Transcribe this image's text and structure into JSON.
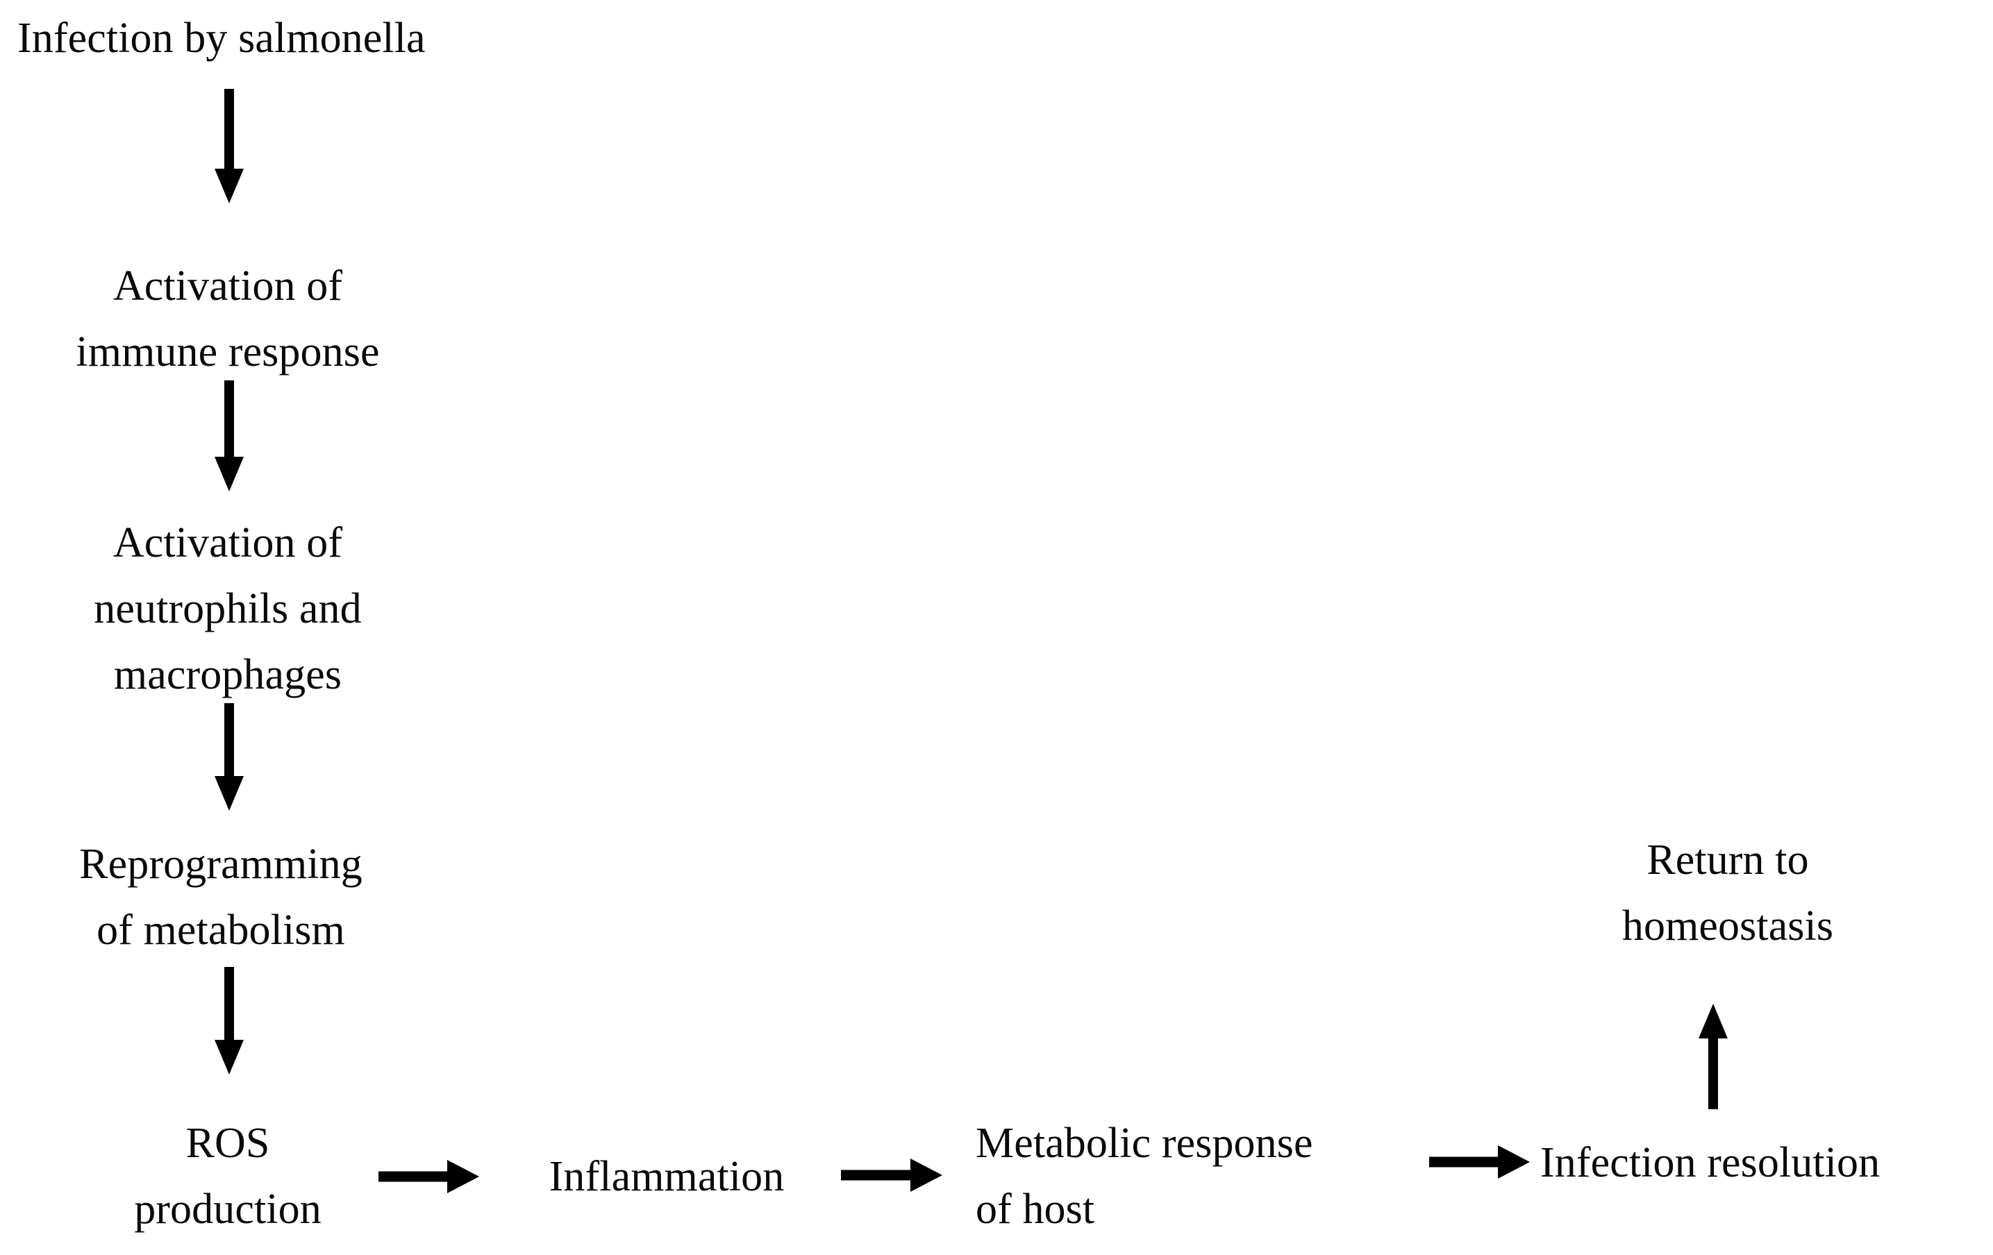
{
  "diagram": {
    "type": "flowchart",
    "title": "",
    "orientation": "vertical-then-horizontal",
    "background_color": "#ffffff",
    "text_color": "#000000",
    "arrow_color": "#000000",
    "nodes": [
      {
        "id": "n1",
        "label": "Infection by salmonella"
      },
      {
        "id": "n2",
        "label": "Activation of\nimmune response"
      },
      {
        "id": "n3",
        "label": "Activation of\nneutrophils and\nmacrophages"
      },
      {
        "id": "n4",
        "label": "Reprogramming\nof metabolism"
      },
      {
        "id": "n5",
        "label": "ROS\nproduction"
      },
      {
        "id": "n6",
        "label": "Inflammation"
      },
      {
        "id": "n7",
        "label": "Metabolic response\nof host"
      },
      {
        "id": "n8",
        "label": "Infection resolution"
      },
      {
        "id": "n9",
        "label": "Return to\nhomeostasis"
      }
    ],
    "edges": [
      {
        "id": "e1",
        "from": "n1",
        "to": "n2",
        "direction": "down"
      },
      {
        "id": "e2",
        "from": "n2",
        "to": "n3",
        "direction": "down"
      },
      {
        "id": "e3",
        "from": "n3",
        "to": "n4",
        "direction": "down"
      },
      {
        "id": "e4",
        "from": "n4",
        "to": "n5",
        "direction": "down"
      },
      {
        "id": "e5",
        "from": "n5",
        "to": "n6",
        "direction": "right"
      },
      {
        "id": "e6",
        "from": "n6",
        "to": "n7",
        "direction": "right"
      },
      {
        "id": "e7",
        "from": "n7",
        "to": "n8",
        "direction": "right"
      },
      {
        "id": "e8",
        "from": "n8",
        "to": "n9",
        "direction": "up"
      }
    ]
  }
}
